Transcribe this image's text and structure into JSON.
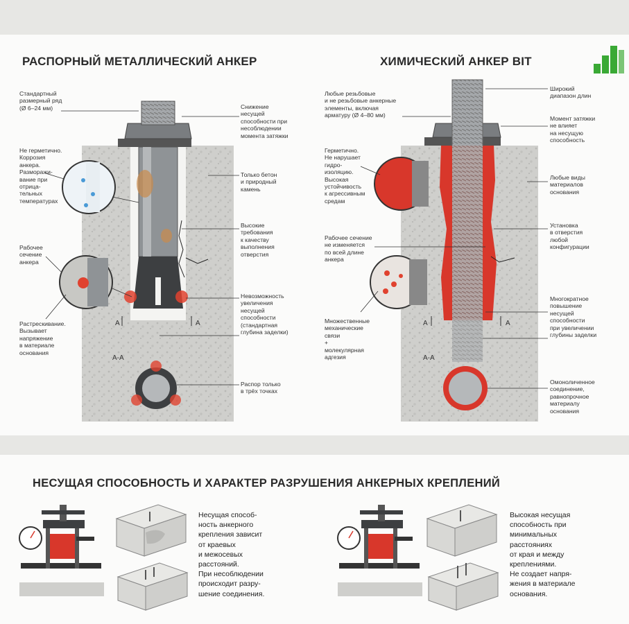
{
  "left_panel": {
    "title": "РАСПОРНЫЙ МЕТАЛЛИЧЕСКИЙ АНКЕР",
    "labels": {
      "standard_range": "Стандартный\nразмерный ряд\n(Ø 6–24 мм)",
      "not_sealed": "Не герметично.\nКоррозия\nанкера.\nРазморажи-\nвание при\nотрица-\nтельных\nтемпературах",
      "working_section": "Рабочее\nсечение\nанкера",
      "cracking": "Растрескивание.\nВызывает\nнапряжение\nв материале\nоснования",
      "torque_reduction": "Снижение\nнесущей\nспособности при\nнесоблюдении\nмомента затяжки",
      "concrete_only": "Только бетон\nи природный\nкамень",
      "high_requirements": "Высокие\nтребования\nк качеству\nвыполнения\nотверстия",
      "no_increase": "Невозможность\nувеличения\nнесущей\nспособности\n(стандартная\nглубина заделки)",
      "three_points": "Распор только\nв трёх точках",
      "section_a": "А",
      "section_aa": "А-А"
    }
  },
  "right_panel": {
    "title": "ХИМИЧЕСКИЙ АНКЕР BIT",
    "labels": {
      "any_elements": "Любые резьбовые\nи не резьбовые анкерные\nэлементы, включая\nарматуру (Ø 4–80 мм)",
      "sealed": "Герметично.\nНе нарушает\nгидро-\nизоляцию.\nВысокая\nустойчивость\nк агрессивным\nсредам",
      "section_constant": "Рабочее сечение\nне изменяется\nпо всей длине\nанкера",
      "multiple_bonds": "Множественные\nмеханические\nсвязи\n+\nмолекулярная\nадгезия",
      "wide_range": "Широкий\nдиапазон длин",
      "torque_no_effect": "Момент затяжки\nне влияет\nна несущую\nспособность",
      "any_materials": "Любые виды\nматериалов\nоснования",
      "any_hole": "Установка\nв отверстия\nлюбой\nконфигурации",
      "multiple_increase": "Многократное\nповышение\nнесущей\nспособности\nпри увеличении\nглубины заделки",
      "monolithic": "Омоноличенное\nсоединение,\nравнопрочное\nматериалу\nоснования",
      "section_a": "А",
      "section_aa": "А-А"
    }
  },
  "bottom": {
    "title": "НЕСУЩАЯ СПОСОБНОСТЬ И ХАРАКТЕР РАЗРУШЕНИЯ АНКЕРНЫХ КРЕПЛЕНИЙ",
    "left_text": "Несущая способ-\nность анкерного\nкрепления зависит\nот краевых\nи межосевых\nрасстояний.\nПри несоблюдении\nпроисходит разру-\nшение соединения.",
    "right_text": "Высокая несущая\nспособность при\nминимальных\nрасстояниях\nот края и между\nкреплениями.\nНе создает напря-\nжения в материале\nоснования."
  },
  "colors": {
    "concrete": "#cfcfcc",
    "steel": "#8f9396",
    "resin": "#d8372b",
    "accent_logo": "#3aa935",
    "text": "#2a2a2a"
  },
  "icons": [
    "logo-icon",
    "pull-tester-icon",
    "concrete-block-icon",
    "gauge-icon"
  ]
}
